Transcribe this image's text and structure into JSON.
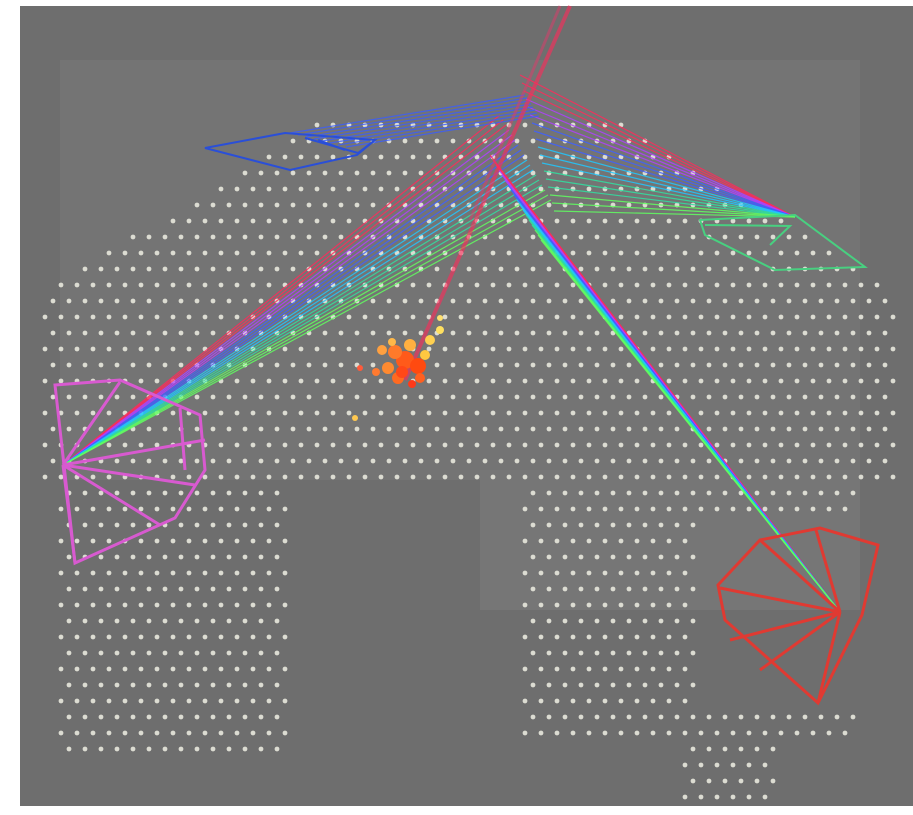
{
  "scene": {
    "description_visible_text": "",
    "colors": {
      "background": "#6e6e6e",
      "floor_patch": "#787878",
      "dots": "#dcdcd2",
      "camera_blue": "#2a4fd8",
      "camera_green": "#48d080",
      "camera_magenta": "#d85ad0",
      "camera_red": "#e03a32",
      "point_cloud_core": "#ff5a1a",
      "point_cloud_edge": "#ffc840",
      "ray_gradient": [
        "#ff2a5a",
        "#b040ff",
        "#4060ff",
        "#20c8ff",
        "#30e0a0",
        "#60ff60"
      ]
    },
    "icons": [
      "camera-frustum-blue",
      "camera-frustum-green",
      "camera-frustum-magenta",
      "camera-frustum-red",
      "point-cloud",
      "ray-bundle"
    ]
  }
}
